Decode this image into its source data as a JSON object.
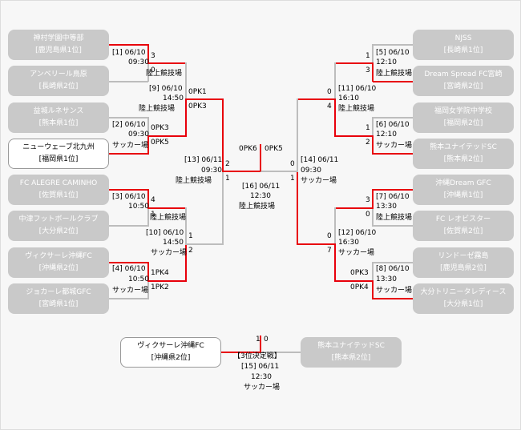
{
  "teams": {
    "L1": {
      "name": "神村学園中等部",
      "pref": "[鹿児島県1位]"
    },
    "L2": {
      "name": "アンベリール鳥原",
      "pref": "[長崎県2位]"
    },
    "L3": {
      "name": "益城ルネサンス",
      "pref": "[熊本県1位]"
    },
    "L4": {
      "name": "ニューウェーブ北九州",
      "pref": "[福岡県1位]"
    },
    "L5": {
      "name": "FC ALEGRE CAMINHO",
      "pref": "[佐賀県1位]"
    },
    "L6": {
      "name": "中津フットボールクラブ",
      "pref": "[大分県2位]"
    },
    "L7": {
      "name": "ヴィクサーレ沖縄FC",
      "pref": "[沖縄県2位]"
    },
    "L8": {
      "name": "ジョカーレ都城GFC",
      "pref": "[宮崎県1位]"
    },
    "R1": {
      "name": "NJSS",
      "pref": "[長崎県1位]"
    },
    "R2": {
      "name": "Dream Spread FC宮崎",
      "pref": "[宮崎県2位]"
    },
    "R3": {
      "name": "福岡女学院中学校",
      "pref": "[福岡県2位]"
    },
    "R4": {
      "name": "熊本ユナイテッドSC",
      "pref": "[熊本県2位]"
    },
    "R5": {
      "name": "沖縄Dream GFC",
      "pref": "[沖縄県1位]"
    },
    "R6": {
      "name": "FC レオビスター",
      "pref": "[佐賀県2位]"
    },
    "R7": {
      "name": "リンドーゼ霧島",
      "pref": "[鹿児島県2位]"
    },
    "R8": {
      "name": "大分トリニータレディース",
      "pref": "[大分県1位]"
    },
    "T1": {
      "name": "ヴィクサーレ沖縄FC",
      "pref": "[沖縄県2位]"
    },
    "T2": {
      "name": "熊本ユナイテッドSC",
      "pref": "[熊本県2位]"
    }
  },
  "matches": {
    "m1": {
      "id": "[1] 06/10",
      "time": "09:30",
      "venue": "陸上競技場",
      "s1": "3",
      "s2": "0"
    },
    "m2": {
      "id": "[2] 06/10",
      "time": "09:30",
      "venue": "サッカー場",
      "s1": "0PK3",
      "s2": "0PK5"
    },
    "m3": {
      "id": "[3] 06/10",
      "time": "10:50",
      "venue": "陸上競技場",
      "s1": "4",
      "s2": "1"
    },
    "m4": {
      "id": "[4] 06/10",
      "time": "10:50",
      "venue": "サッカー場",
      "s1": "1PK4",
      "s2": "1PK2"
    },
    "m5": {
      "id": "[5] 06/10",
      "time": "12:10",
      "venue": "陸上競技場",
      "s1": "1",
      "s2": "3"
    },
    "m6": {
      "id": "[6] 06/10",
      "time": "12:10",
      "venue": "サッカー場",
      "s1": "1",
      "s2": "2"
    },
    "m7": {
      "id": "[7] 06/10",
      "time": "13:30",
      "venue": "陸上競技場",
      "s1": "3",
      "s2": "0"
    },
    "m8": {
      "id": "[8] 06/10",
      "time": "13:30",
      "venue": "サッカー場",
      "s1": "0PK3",
      "s2": "0PK4"
    },
    "m9": {
      "id": "[9] 06/10",
      "time": "14:50",
      "venue": "陸上競技場",
      "s1": "0PK1",
      "s2": "0PK3"
    },
    "m10": {
      "id": "[10] 06/10",
      "time": "14:50",
      "venue": "サッカー場",
      "s1": "1",
      "s2": "2"
    },
    "m11": {
      "id": "[11] 06/10",
      "time": "16:10",
      "venue": "陸上競技場",
      "s1": "0",
      "s2": "4"
    },
    "m12": {
      "id": "[12] 06/10",
      "time": "16:30",
      "venue": "サッカー場",
      "s1": "0",
      "s2": "7"
    },
    "m13": {
      "id": "[13] 06/11",
      "time": "09:30",
      "venue": "陸上競技場",
      "s1": "2",
      "s2": "1"
    },
    "m14": {
      "id": "[14] 06/11",
      "time": "09:30",
      "venue": "サッカー場",
      "s1": "0",
      "s2": "1"
    },
    "m15": {
      "title": "【3位決定戦】",
      "id": "[15] 06/11",
      "time": "12:30",
      "venue": "サッカー場",
      "s1": "1",
      "s2": "0"
    },
    "m16": {
      "id": "[16] 06/11",
      "time": "12:30",
      "venue": "陸上競技場",
      "s1": "0PK6",
      "s2": "0PK5"
    }
  }
}
